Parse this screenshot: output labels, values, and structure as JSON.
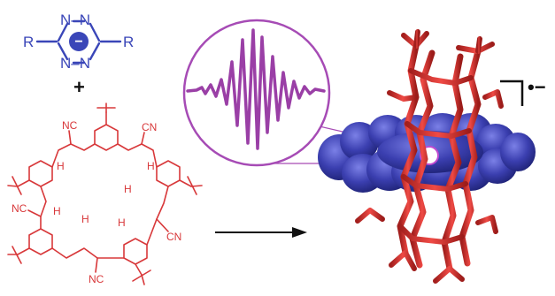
{
  "colors": {
    "tetrazine": "#3a46b8",
    "macrocycle": "#d8383a",
    "epr": "#9a3fa6",
    "spacefill": "#3b3fb0",
    "stick": "#d3302d"
  },
  "tetrazine": {
    "ring_n_top": "N–N",
    "ring_n_bottom": "N–N",
    "charge": "−",
    "substituent_left": "R",
    "substituent_right": "R",
    "plus": "+"
  },
  "macrocycle": {
    "nitrile_labels": [
      "NC",
      "CN",
      "CN",
      "NC",
      "NC"
    ],
    "hydrogen_label": "H"
  },
  "complex": {
    "charge_label": "•−"
  }
}
